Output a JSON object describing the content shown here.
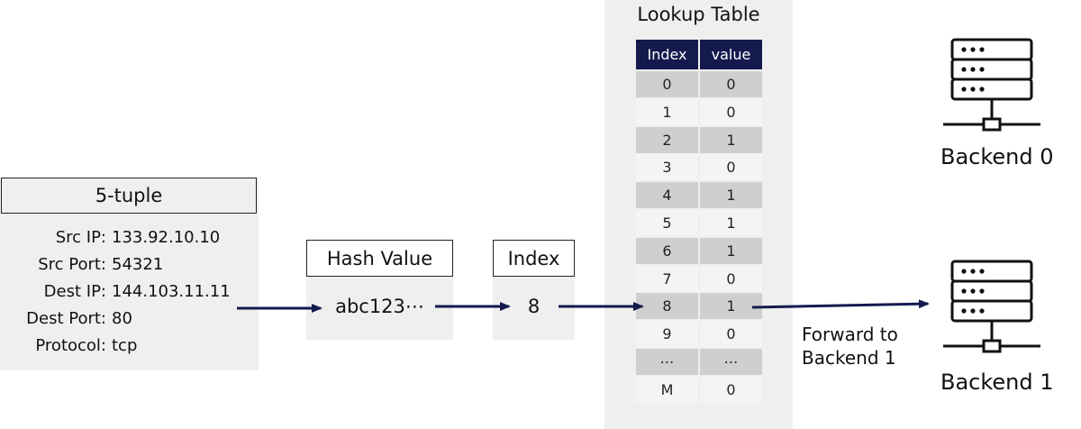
{
  "five_tuple": {
    "title": "5-tuple",
    "fields": [
      {
        "label": "Src IP:",
        "value": "133.92.10.10"
      },
      {
        "label": "Src Port:",
        "value": "54321"
      },
      {
        "label": "Dest IP:",
        "value": "144.103.11.11"
      },
      {
        "label": "Dest Port:",
        "value": "80"
      },
      {
        "label": "Protocol:",
        "value": "tcp"
      }
    ]
  },
  "hash": {
    "title": "Hash Value",
    "value": "abc123⋯"
  },
  "index": {
    "title": "Index",
    "value": "8"
  },
  "lookup_table": {
    "title": "Lookup Table",
    "headers": [
      "Index",
      "value"
    ],
    "rows": [
      [
        "0",
        "0"
      ],
      [
        "1",
        "0"
      ],
      [
        "2",
        "1"
      ],
      [
        "3",
        "0"
      ],
      [
        "4",
        "1"
      ],
      [
        "5",
        "1"
      ],
      [
        "6",
        "1"
      ],
      [
        "7",
        "0"
      ],
      [
        "8",
        "1"
      ],
      [
        "9",
        "0"
      ],
      [
        "⋯",
        "⋯"
      ],
      [
        "M",
        "0"
      ]
    ]
  },
  "forward": {
    "line1": "Forward to",
    "line2": "Backend 1"
  },
  "backends": [
    {
      "label": "Backend 0",
      "icon": "server-icon"
    },
    {
      "label": "Backend 1",
      "icon": "server-icon"
    }
  ],
  "colors": {
    "header": "#141a4e",
    "arrow": "#141a4e",
    "panel": "#efefef",
    "row_dark": "#cfcfcf",
    "row_light": "#f4f4f4"
  }
}
